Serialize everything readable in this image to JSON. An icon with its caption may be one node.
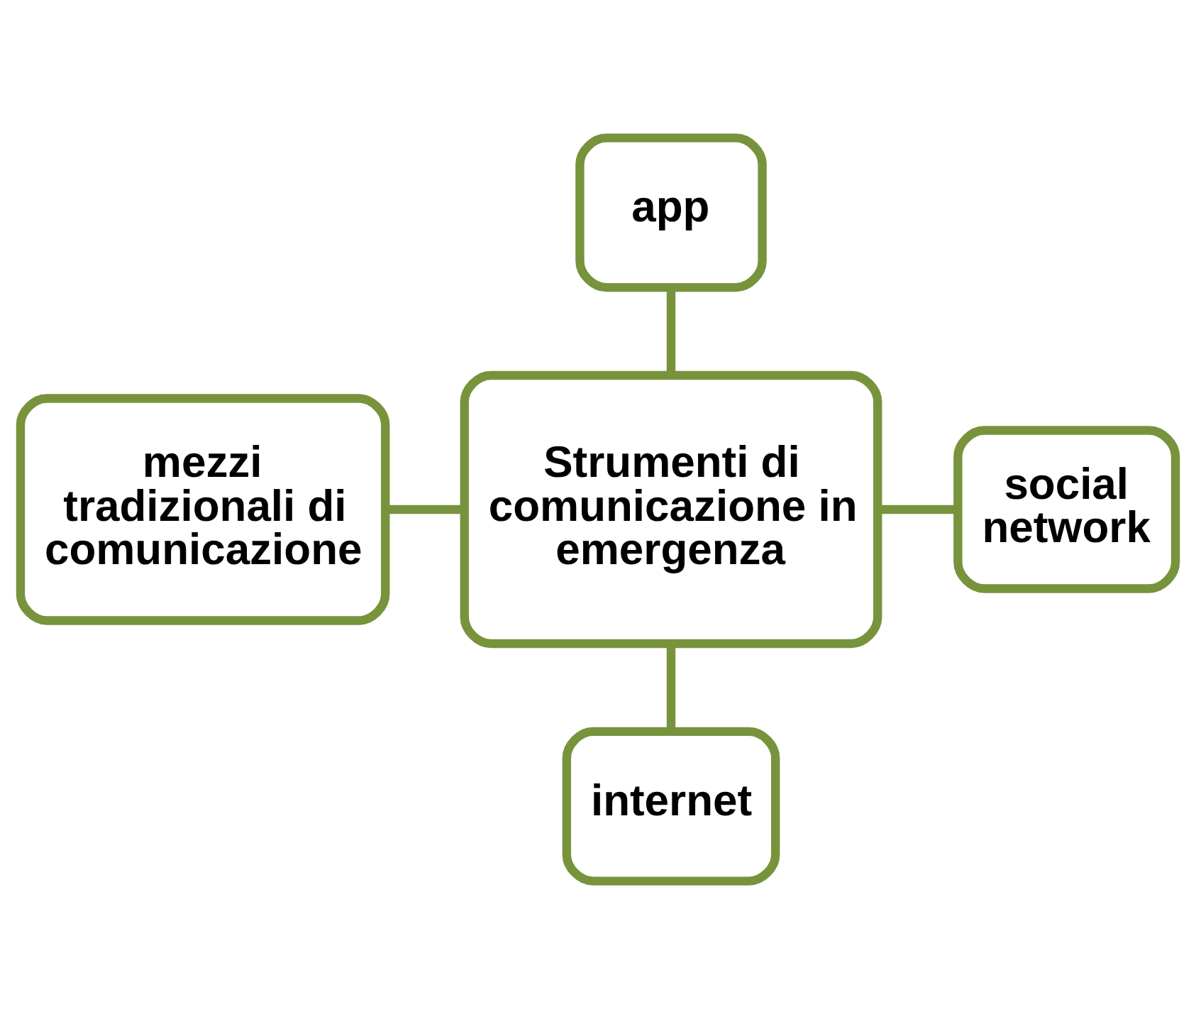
{
  "diagram": {
    "nodes": [
      {
        "text": [
          "Strumenti di comunicazione in emergenza"
        ]
      },
      {
        "text": [
          "app"
        ]
      },
      {
        "text": [
          "mezzi tradizionali di comunicazione"
        ]
      },
      {
        "text": [
          "social network"
        ]
      },
      {
        "text": [
          "internet"
        ]
      }
    ],
    "edges": [
      {
        "from": 1,
        "to": 0,
        "arrow": "none"
      },
      {
        "from": 2,
        "to": 0,
        "arrow": "none"
      },
      {
        "from": 0,
        "to": 3,
        "arrow": "none"
      },
      {
        "from": 0,
        "to": 4,
        "arrow": "none"
      }
    ]
  }
}
